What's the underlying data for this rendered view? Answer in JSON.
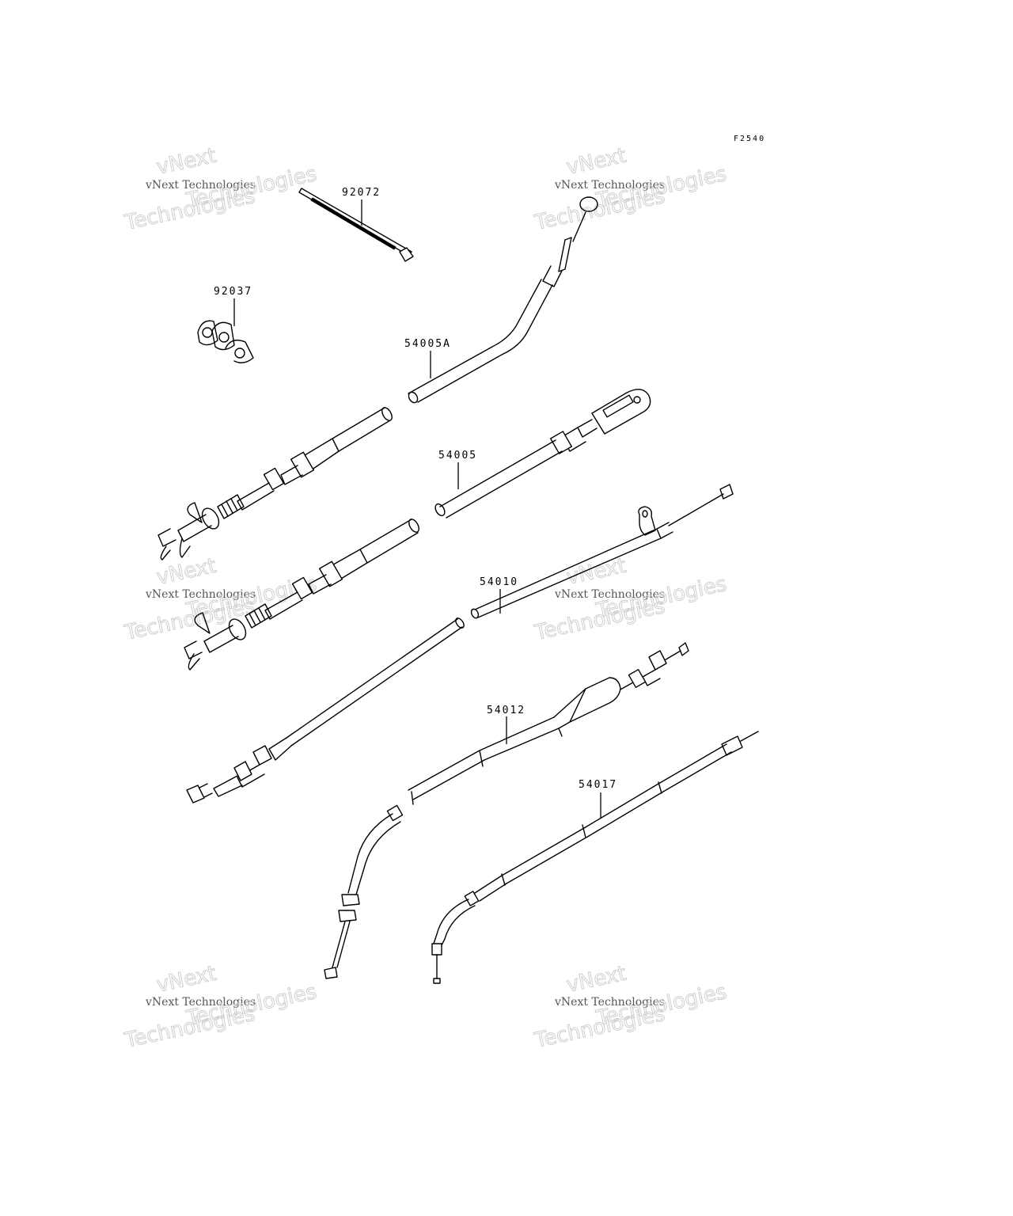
{
  "figure_code": "F2540",
  "watermark": {
    "line1": "vNext Technologies",
    "line2": "vNext",
    "line3": "Technologies"
  },
  "callouts": [
    {
      "id": "92072",
      "label": "92072"
    },
    {
      "id": "92037",
      "label": "92037"
    },
    {
      "id": "54005A",
      "label": "54005A"
    },
    {
      "id": "54005",
      "label": "54005"
    },
    {
      "id": "54010",
      "label": "54010"
    },
    {
      "id": "54012",
      "label": "54012"
    },
    {
      "id": "54017",
      "label": "54017"
    }
  ]
}
